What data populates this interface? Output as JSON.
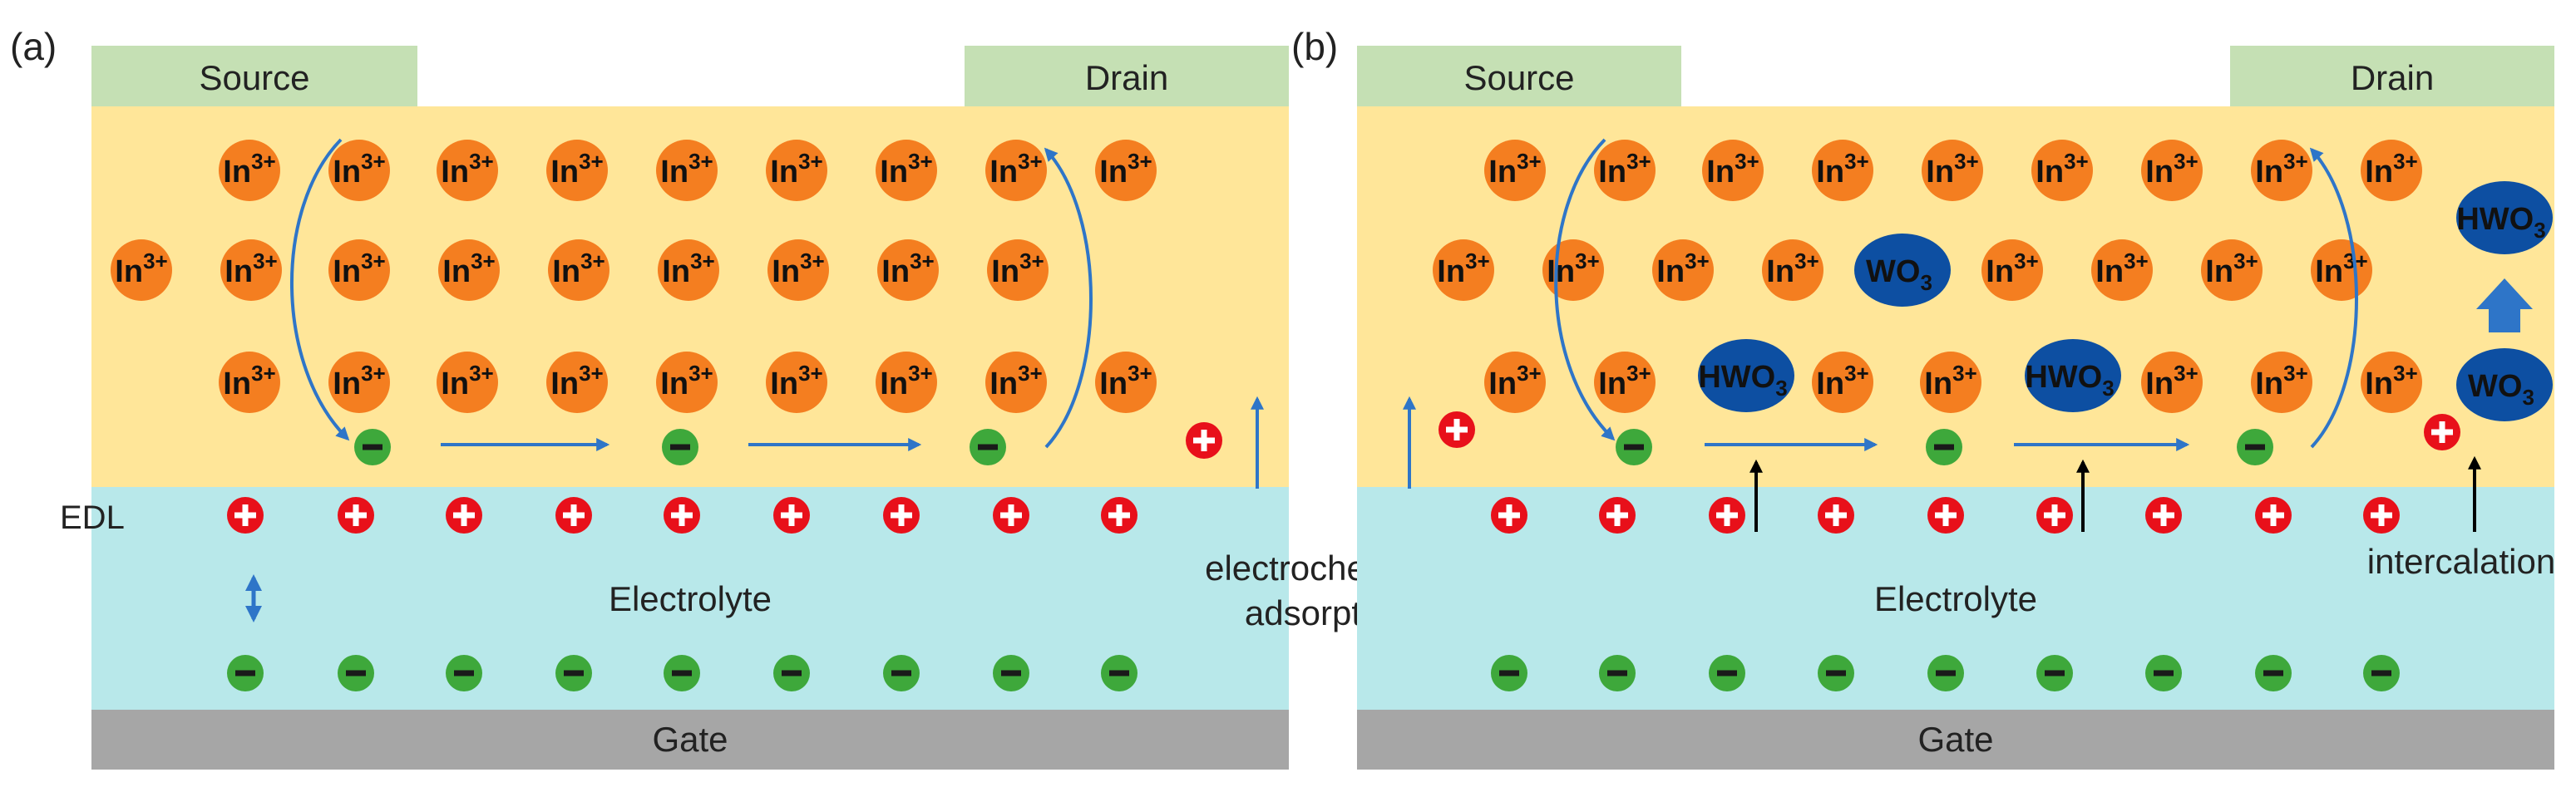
{
  "panels": [
    {
      "label": "(a)",
      "source_label": "Source",
      "drain_label": "Drain",
      "gate_label": "Gate",
      "electrolyte_label": "Electrolyte",
      "edl_label": "EDL",
      "cation_label": "In",
      "cation_charge": "3+",
      "annotation": [
        "electrochemical",
        "adsorption"
      ]
    },
    {
      "label": "(b)",
      "source_label": "Source",
      "drain_label": "Drain",
      "gate_label": "Gate",
      "electrolyte_label": "Electrolyte",
      "cation_label": "In",
      "cation_charge": "3+",
      "oxide_label": "WO",
      "oxide_subscript": "3",
      "hydride_label": "HWO",
      "hydride_subscript": "3",
      "annotation": [
        "intercalation"
      ]
    }
  ],
  "colors": {
    "channel": "#FFE699",
    "electrode": "#C5E0B4",
    "electrolyte": "#B8E8EA",
    "gate": "#A6A6A6",
    "cation_sphere": "#F47E20",
    "positive_ion": "#E8101A",
    "negative_ion": "#3EA83B",
    "wo3_ellipse": "#0D4FA2",
    "flow_arrow": "#2E75C8",
    "black_arrow": "#000000"
  }
}
